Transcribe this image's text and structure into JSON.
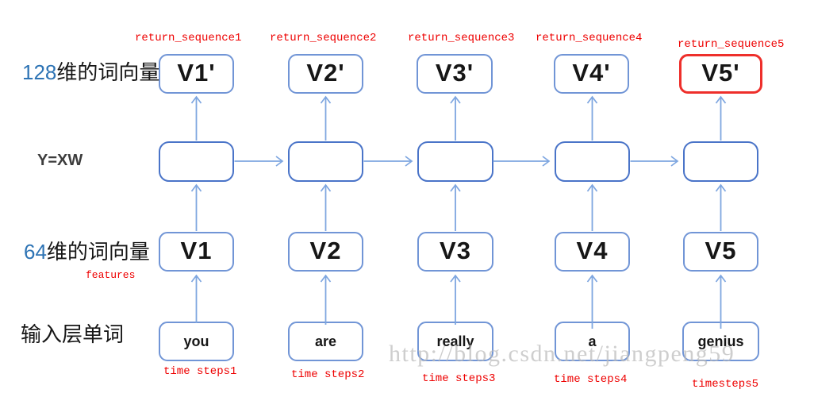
{
  "colors": {
    "box_border": "#7195d6",
    "mid_box_border": "#4a74c8",
    "highlight_border": "#ee2f2b",
    "arrow": "#7ea6e0",
    "red_label": "#ee0000",
    "number_blue": "#2e74b5",
    "text_dark": "#161616",
    "watermark_gray": "#bcbcbc"
  },
  "left_labels": {
    "output_dim": {
      "num": "128",
      "text": "维的词向量"
    },
    "formula": {
      "text": "Y=XW"
    },
    "input_dim": {
      "num": "64",
      "text": "维的词向量"
    },
    "features": {
      "text": "features"
    },
    "input_words": {
      "text": "输入层单词"
    }
  },
  "columns": [
    {
      "return_label": "return_sequence1",
      "output": "V1'",
      "vector": "V1",
      "word": "you",
      "time_label": "time steps1"
    },
    {
      "return_label": "return_sequence2",
      "output": "V2'",
      "vector": "V2",
      "word": "are",
      "time_label": "time steps2"
    },
    {
      "return_label": "return_sequence3",
      "output": "V3'",
      "vector": "V3",
      "word": "really",
      "time_label": "time steps3"
    },
    {
      "return_label": "return_sequence4",
      "output": "V4'",
      "vector": "V4",
      "word": "a",
      "time_label": "time steps4"
    },
    {
      "return_label": "return_sequence5",
      "output": "V5'",
      "vector": "V5",
      "word": "genius",
      "time_label": "timesteps5",
      "highlighted": true
    }
  ],
  "watermark": "http://blog.csdn.net/jiangpeng59"
}
